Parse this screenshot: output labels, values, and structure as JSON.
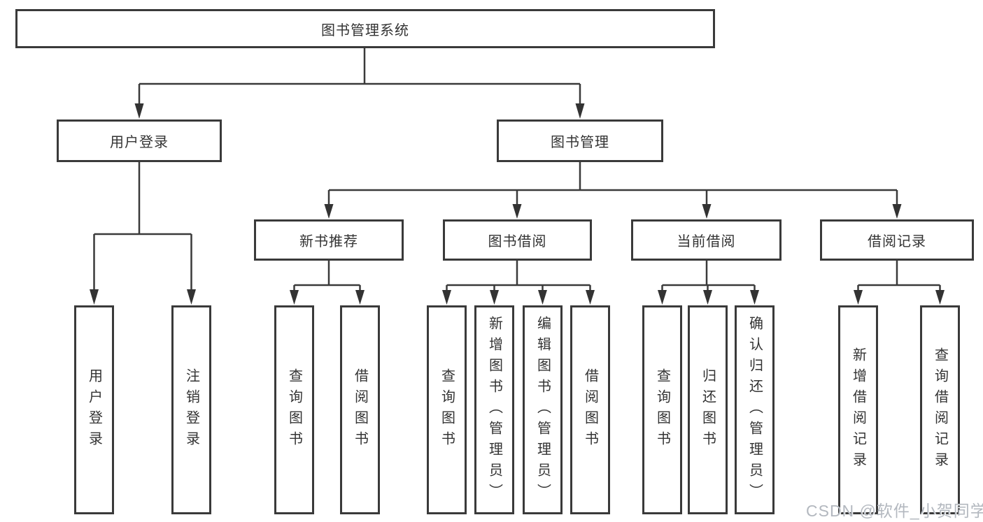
{
  "tree": {
    "root": {
      "label": "图书管理系统",
      "children": [
        {
          "label": "用户登录",
          "children": [
            {
              "label": "用户登录"
            },
            {
              "label": "注销登录"
            }
          ]
        },
        {
          "label": "图书管理",
          "children": [
            {
              "label": "新书推荐",
              "children": [
                {
                  "label": "查询图书"
                },
                {
                  "label": "借阅图书"
                }
              ]
            },
            {
              "label": "图书借阅",
              "children": [
                {
                  "label": "查询图书"
                },
                {
                  "label": "新增图书（管理员）"
                },
                {
                  "label": "编辑图书（管理员）"
                },
                {
                  "label": "借阅图书"
                }
              ]
            },
            {
              "label": "当前借阅",
              "children": [
                {
                  "label": "查询图书"
                },
                {
                  "label": "归还图书"
                },
                {
                  "label": "确认归还（管理员）"
                }
              ]
            },
            {
              "label": "借阅记录",
              "children": [
                {
                  "label": "新增借阅记录"
                },
                {
                  "label": "查询借阅记录"
                }
              ]
            }
          ]
        }
      ]
    }
  },
  "watermark": {
    "text": "CSDN @软件_小贺同学"
  },
  "colors": {
    "line": "#3a3a3a",
    "box_border": "#3a3a3a",
    "text": "#333333",
    "watermark": "#b3b8bf",
    "background": "#ffffff"
  }
}
